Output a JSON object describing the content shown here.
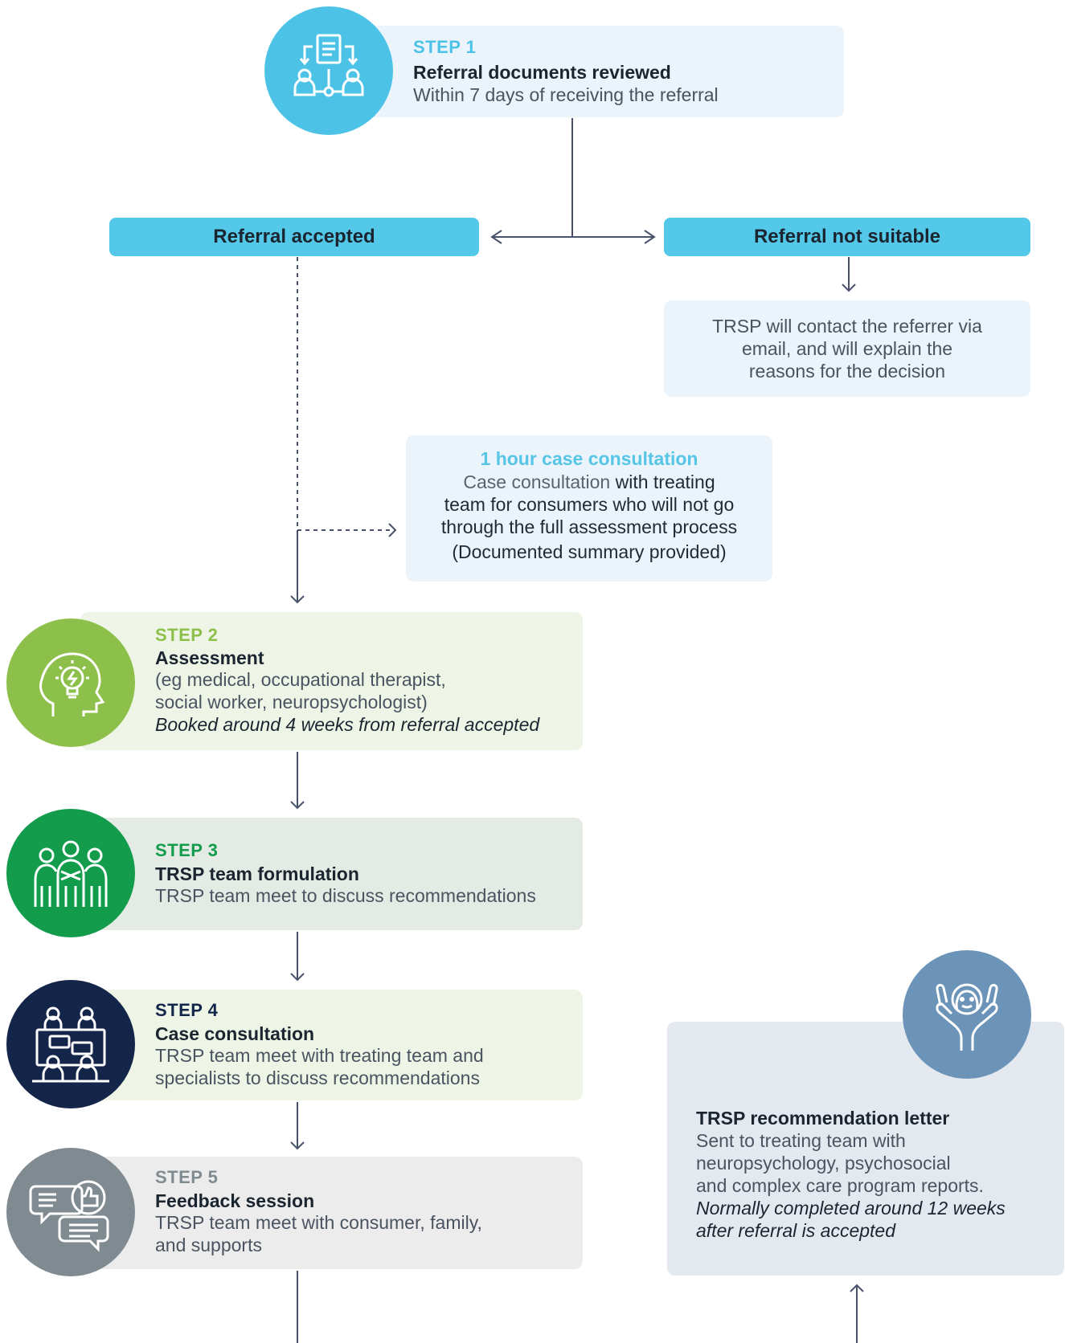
{
  "step1": {
    "step": "STEP 1",
    "title": "Referral documents reviewed",
    "desc": "Within 7 days of receiving the referral"
  },
  "accepted": {
    "label": "Referral accepted"
  },
  "not_suitable": {
    "label": "Referral not suitable",
    "message": "TRSP will contact the referrer via email, and will explain the reasons for the decision"
  },
  "consultation": {
    "title": "1 hour case consultation",
    "line1_a": "Case consultation",
    "line1_b": " with treating",
    "line2": "team for consumers who will not go",
    "line3": "through the full assessment process",
    "line4": "(Documented summary provided)"
  },
  "step2": {
    "step": "STEP 2",
    "title": "Assessment",
    "line1": "(eg medical, occupational therapist,",
    "line2": "social worker, neuropsychologist)",
    "note": "Booked around 4 weeks from referral accepted"
  },
  "step3": {
    "step": "STEP 3",
    "title": "TRSP team formulation",
    "desc": "TRSP team meet to discuss recommendations"
  },
  "step4": {
    "step": "STEP 4",
    "title": "Case consultation",
    "line1": "TRSP team meet with treating team and",
    "line2": "specialists to discuss recommendations"
  },
  "step5": {
    "step": "STEP 5",
    "title": "Feedback session",
    "line1": "TRSP team meet with consumer, family,",
    "line2": "and supports"
  },
  "letter": {
    "title": "TRSP recommendation letter",
    "line1": "Sent to treating team with",
    "line2": "neuropsychology, psychosocial",
    "line3": "and complex care program reports.",
    "note1": "Normally completed around 12 weeks",
    "note2": "after referral is accepted"
  },
  "colors": {
    "step1": "#4cc3e6",
    "step2": "#8dc04b",
    "step3": "#129c4c",
    "step4": "#13264a",
    "step5": "#808b91",
    "letter": "#6b94b8",
    "accent_text": "#57c5e6"
  },
  "icons": {
    "step1": "document-review-people-icon",
    "step2": "head-lightbulb-icon",
    "step3": "team-group-icon",
    "step4": "meeting-chat-icon",
    "step5": "speech-bubbles-thumbs-up-icon",
    "letter": "hands-holding-person-icon"
  }
}
